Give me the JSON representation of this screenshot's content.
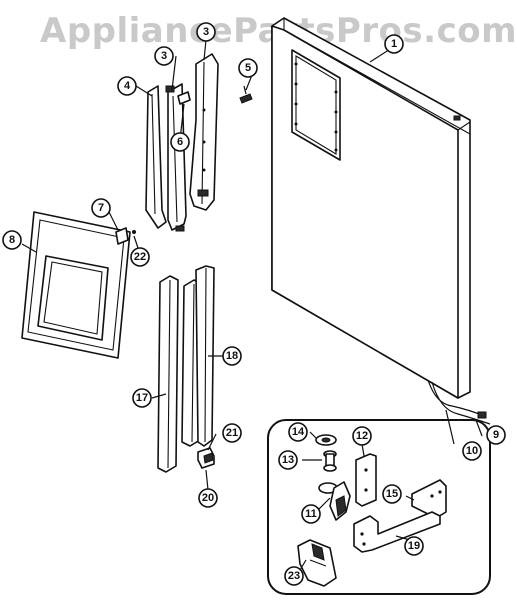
{
  "watermark": "AppliancePartsPros.com",
  "callouts": {
    "c1": "1",
    "c3": "3",
    "c4": "4",
    "c5": "5",
    "c6": "6",
    "c7": "7",
    "c8": "8",
    "c9": "9",
    "c10": "10",
    "c11": "11",
    "c12": "12",
    "c13": "13",
    "c14": "14",
    "c15": "15",
    "c17": "17",
    "c18": "18",
    "c19": "19",
    "c20": "20",
    "c21": "21",
    "c22": "22",
    "c23": "23"
  }
}
